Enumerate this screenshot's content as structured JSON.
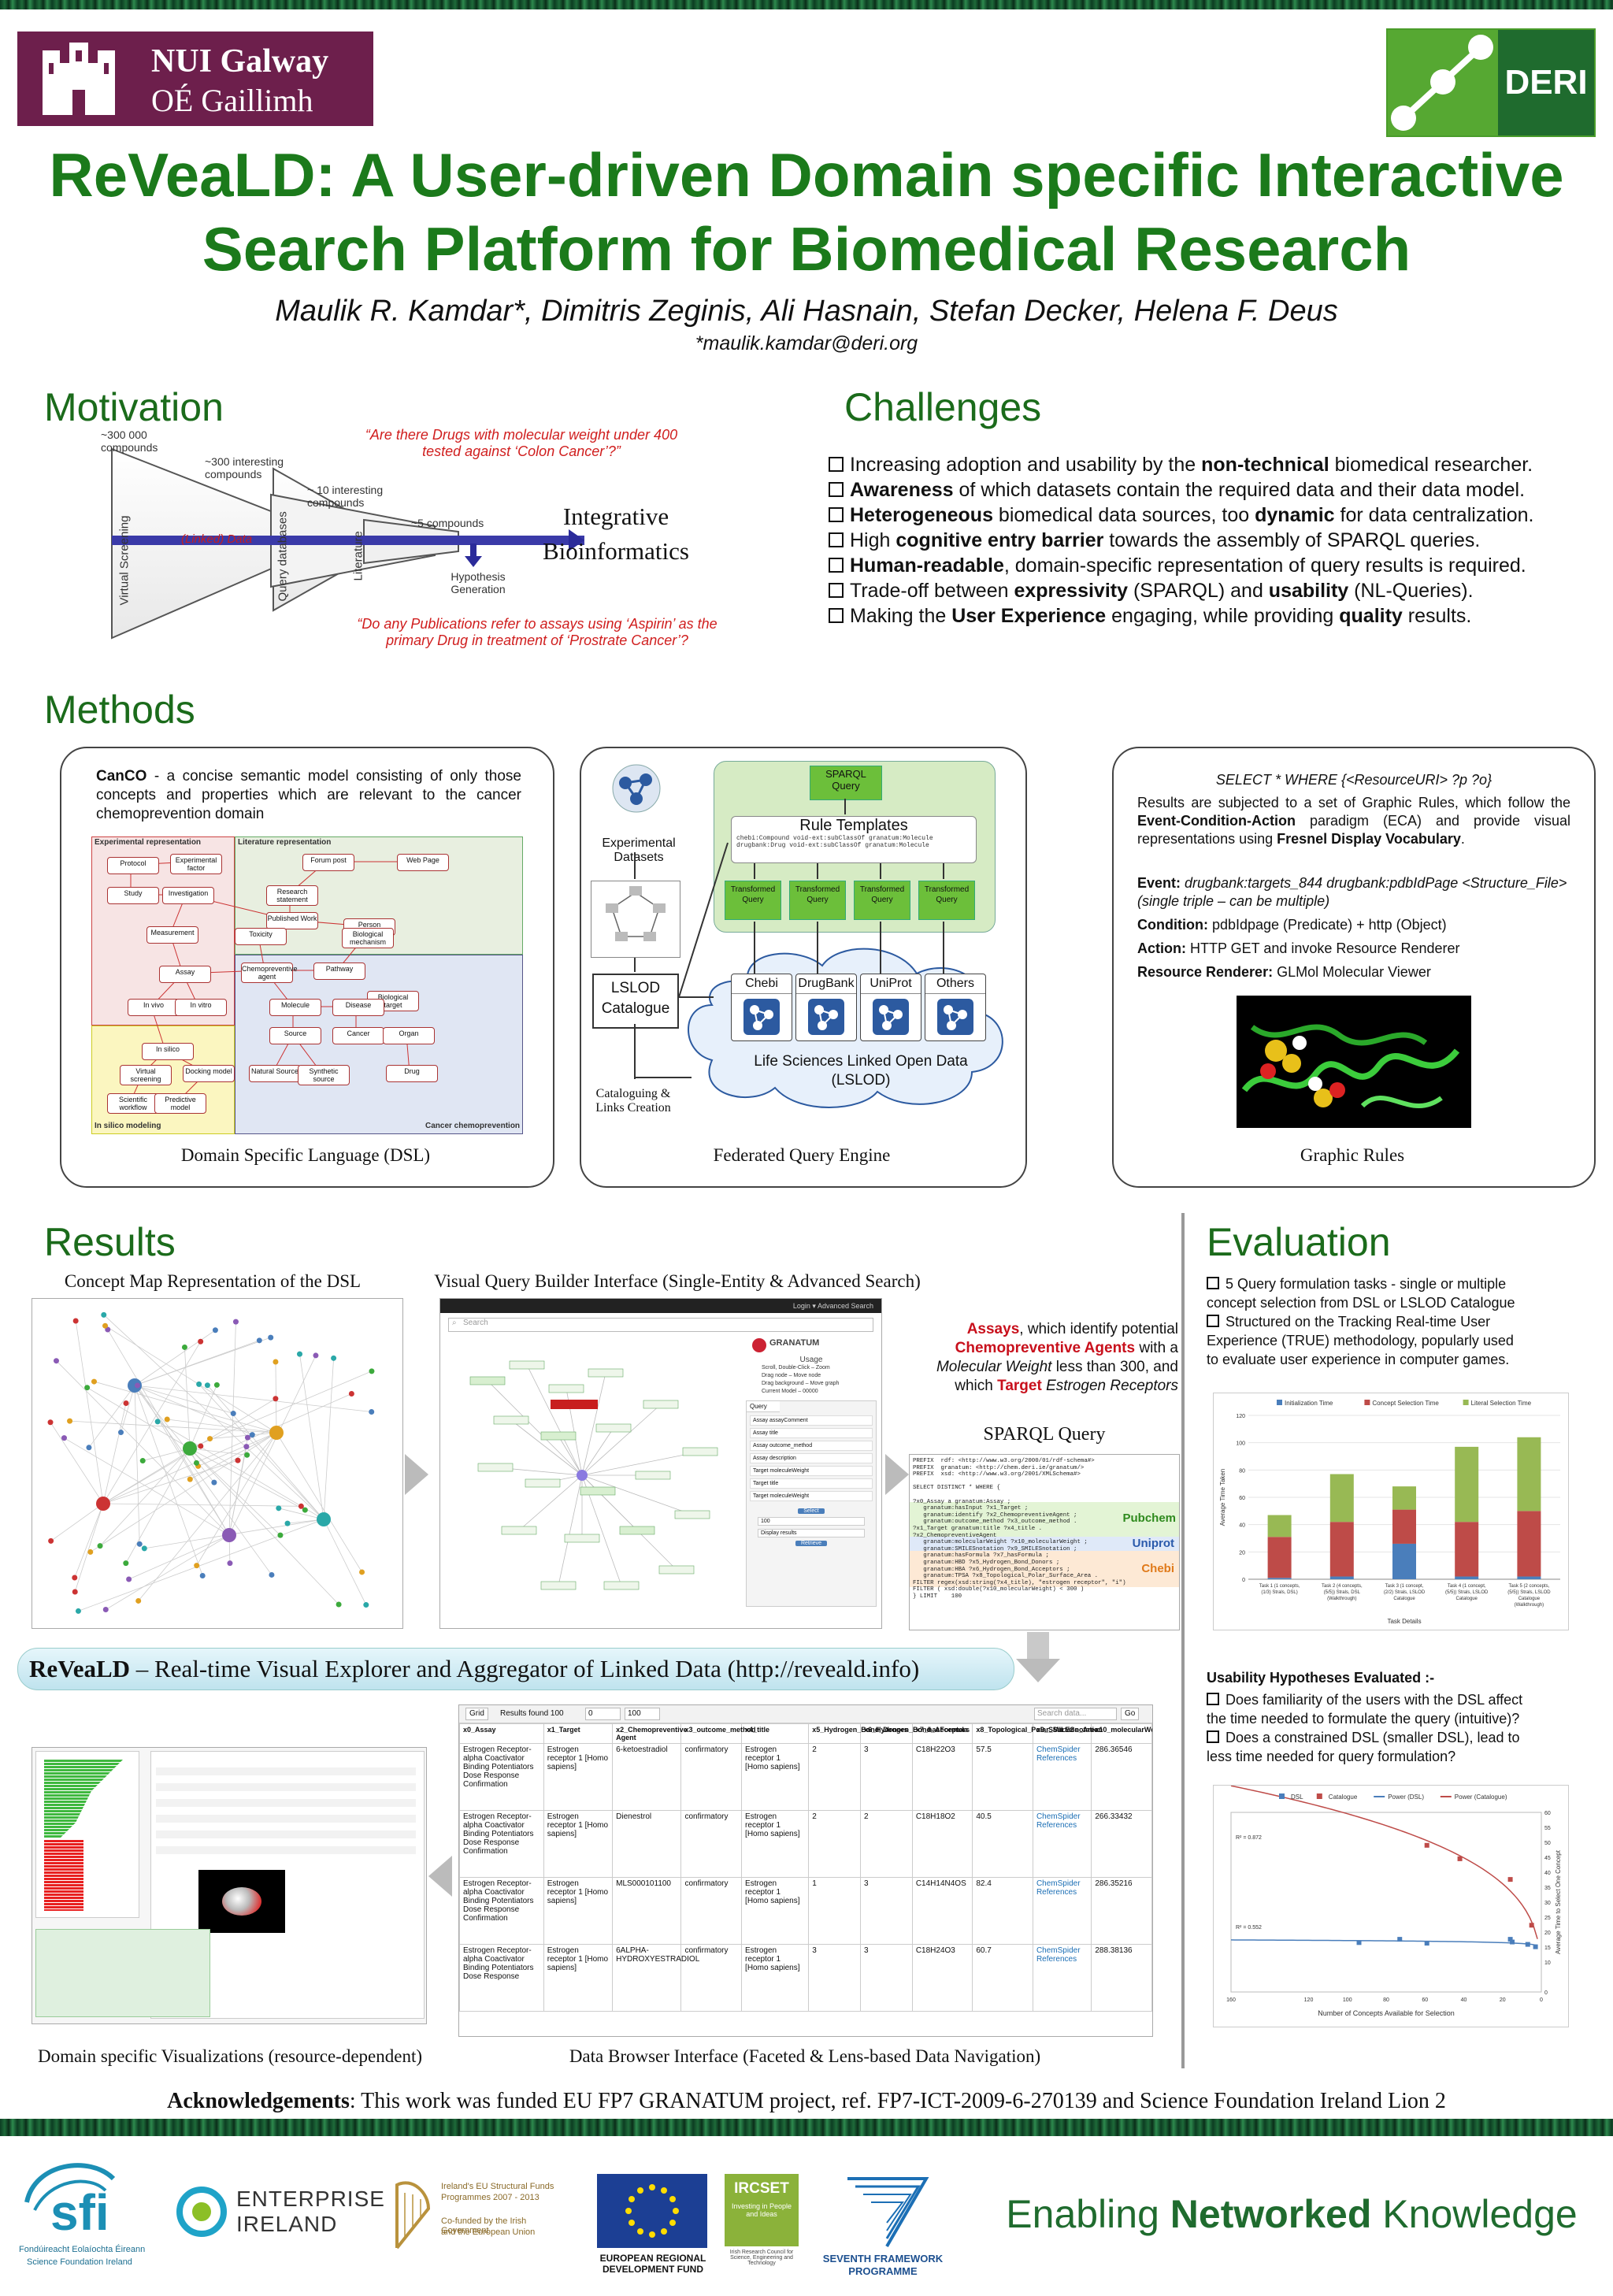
{
  "header": {
    "nui_line1": "NUI Galway",
    "nui_line2": "OÉ Gaillimh",
    "deri_logo": "DERI",
    "title_line1": "ReVeaLD: A User-driven Domain specific Interactive",
    "title_line2": "Search Platform for Biomedical Research",
    "authors": "Maulik R. Kamdar*, Dimitris Zeginis, Ali Hasnain, Stefan Decker, Helena F. Deus",
    "email": "*maulik.kamdar@deri.org"
  },
  "motivation": {
    "heading": "Motivation",
    "stage1": "~300 000 compounds",
    "stage2": "~300 interesting compounds",
    "stage3": "~ 10 interesting compounds",
    "stage4": "~5 compounds",
    "stage5": "Hypothesis Generation",
    "label_vs": "Virtual Screening",
    "label_qd": "Query databases",
    "label_lit": "Literature",
    "linked_data": "(Linked) Data",
    "question1": "“Are there Drugs with molecular weight under 400 tested against ‘Colon Cancer’?”",
    "question2": "“Do any Publications refer to assays using ‘Aspirin’ as the primary Drug in treatment of ‘Prostrate Cancer’?",
    "integrative": "Integrative Bioinformatics"
  },
  "challenges": {
    "heading": "Challenges",
    "items": [
      [
        "Increasing adoption and usability by the ",
        "non-technical",
        " biomedical researcher."
      ],
      [
        "",
        "Awareness",
        " of which datasets contain the required data and their data model."
      ],
      [
        "",
        "Heterogeneous",
        " biomedical data sources, too ",
        "dynamic",
        " for data centralization."
      ],
      [
        "High ",
        "cognitive entry barrier",
        " towards the assembly of SPARQL queries."
      ],
      [
        "",
        "Human-readable",
        ", domain-specific representation of query results is required."
      ],
      [
        "Trade-off between ",
        "expressivity",
        " (SPARQL) and ",
        "usability",
        " (NL-Queries)."
      ],
      [
        "Making the ",
        "User Experience",
        " engaging, while providing ",
        "quality",
        " results."
      ]
    ]
  },
  "methods": {
    "heading": "Methods",
    "canco_bold": "CanCO",
    "canco_text": " - a concise semantic model consisting of only those concepts and properties which are relevant to the cancer chemoprevention domain",
    "dsl_caption": "Domain Specific Language (DSL)",
    "dsl_sections": [
      "Experimental representation",
      "Literature representation",
      "In silico modeling",
      "Cancer chemoprevention"
    ],
    "dsl_nodes": [
      "Protocol",
      "Experimental factor",
      "Study",
      "Investigation",
      "Measurement",
      "Assay",
      "In vivo",
      "In vitro",
      "In silico",
      "Virtual screening",
      "Docking model",
      "Scientific workflow",
      "Predictive model",
      "Forum post",
      "Web Page",
      "Research statement",
      "Published Work",
      "Person",
      "Toxicity",
      "Biological mechanism",
      "Pathway",
      "Chemopreventive agent",
      "Biological target",
      "Molecule",
      "Disease",
      "Source",
      "Cancer",
      "Organ",
      "Natural Source",
      "Synthetic source",
      "Drug"
    ],
    "fqe_caption": "Federated Query Engine",
    "sparql_query": "SPARQL Query",
    "rule_templates": "Rule Templates",
    "rule_code1": "chebi:Compound void-ext:subClassOf granatum:Molecule",
    "rule_code2": "drugbank:Drug void-ext:subClassOf granatum:Molecule",
    "transformed": "Transformed Query",
    "experimental_datasets": "Experimental Datasets",
    "lslod_catalogue": "LSLOD Catalogue",
    "cataloguing": "Cataloguing & Links Creation",
    "sources": [
      "Chebi",
      "DrugBank",
      "UniProt",
      "Others"
    ],
    "lslod_cloud": "Life Sciences Linked Open Data (LSLOD)",
    "gr_query": "SELECT * WHERE {<ResourceURI> ?p ?o}",
    "gr_text1": "Results are subjected to a set of Graphic Rules, which follow the ",
    "gr_bold1": "Event-Condition-Action",
    "gr_text2": " paradigm (ECA) and provide visual representations using ",
    "gr_bold2": "Fresnel Display Vocabulary",
    "gr_text3": ".",
    "event_label": "Event:",
    "event_val": " drugbank:targets_844 drugbank:pdbIdPage <Structure_File> (single triple – can be multiple)",
    "condition_label": "Condition:",
    "condition_val": " pdbIdpage (Predicate) + http (Object)",
    "action_label": "Action:",
    "action_val": " HTTP GET and invoke Resource Renderer",
    "renderer_label": "Resource Renderer:",
    "renderer_val": " GLMol Molecular Viewer",
    "gr_caption": "Graphic Rules"
  },
  "results": {
    "heading": "Results",
    "concept_map_caption": "Concept Map Representation of the DSL",
    "vqb_caption": "Visual Query Builder Interface (Single-Entity & Advanced Search)",
    "vqb_search": "Search",
    "vqb_header_links": "Login  ▾  Advanced Search",
    "vqb_usage_title": "Usage",
    "vqb_usage_lines": [
      "Scroll, Double-Click – Zoom",
      "Drag node – Move node",
      "Drag background – Move graph",
      "Current Model – 00000"
    ],
    "granatum_logo": "GRANATUM",
    "vqb_panel_title": "Query",
    "vqb_rows": [
      "Assay assayComment",
      "Assay title",
      "Assay outcome_method",
      "Assay description",
      "Target moleculeWeight",
      "Target title",
      "Target moleculeWeight"
    ],
    "vqb_select_btn": "Select",
    "vqb_retrieve_btn": "Retrieve",
    "vqb_limit": "100",
    "vqb_display": "Display results",
    "assay_text": [
      {
        "t": "Assays",
        "c": "#c8101c",
        "b": true
      },
      {
        "t": ", which identify potential ",
        "c": "#111",
        "b": false
      },
      {
        "t": "Chemopreventive Agents",
        "c": "#c8101c",
        "b": true
      },
      {
        "t": " with a ",
        "c": "#111",
        "b": false
      },
      {
        "t": "Molecular Weight",
        "c": "#111",
        "b": false,
        "i": true
      },
      {
        "t": " less than 300, and which ",
        "c": "#111",
        "b": false
      },
      {
        "t": "Target",
        "c": "#c8101c",
        "b": true
      },
      {
        "t": " Estrogen Receptors",
        "c": "#111",
        "b": false,
        "i": true
      }
    ],
    "sparql_title": "SPARQL Query",
    "sparql_lines": [
      "PREFIX  rdf: <http://www.w3.org/2000/01/rdf-schema#>",
      "PREFIX  granatum: <http://chem.deri.ie/granatum/>",
      "PREFIX  xsd: <http://www.w3.org/2001/XMLSchema#>",
      "",
      "SELECT DISTINCT * WHERE {",
      "",
      "?x0_Assay a granatum:Assay ;",
      "   granatum:hasInput ?x1_Target ;",
      "   granatum:identify ?x2_ChemopreventiveAgent ;",
      "   granatum:outcome_method ?x3_outcome_method .",
      "?x1_Target granatum:title ?x4_title .",
      "?x2_ChemopreventiveAgent",
      "   granatum:molecularWeight ?x10_molecularWeight ;",
      "   granatum:SMILESnotation ?x9_SMILESnotation ;",
      "   granatum:hasFormula ?x7_hasFormula ;",
      "   granatum:HBD ?x5_Hydrogen_Bond_Donors ;",
      "   granatum:HBA ?x6_Hydrogen_Bond_Acceptors ;",
      "   granatum:TPSA ?x8_Topological_Polar_Surface_Area .",
      "FILTER regex(xsd:string(?x4_title), \"estrogen receptor\", \"i\")",
      "FILTER ( xsd:double(?x10_molecularWeight) < 300 )",
      "} LIMIT    100"
    ],
    "sparql_pubchem": "Pubchem",
    "sparql_uniprot": "Uniprot",
    "sparql_chebi": "Chebi",
    "reveald_banner_bold": "ReVeaLD",
    "reveald_banner_rest": " – Real-time Visual Explorer and Aggregator of Linked Data (http://reveald.info)",
    "dsv_caption": "Domain specific Visualizations (resource-dependent)",
    "db_caption": "Data Browser Interface (Faceted & Lens-based Data Navigation)",
    "db_toolbar": {
      "grid": "Grid",
      "results": "Results found 100",
      "range_from": "0",
      "range_to": "100",
      "search": "Search data...",
      "go": "Go"
    },
    "db_columns": [
      "x0_Assay",
      "x1_Target",
      "x2_Chemopreventive Agent",
      "x3_outcome_method",
      "x4_title",
      "x5_Hydrogen_Bond_Donors",
      "x6_Hydrogen_Bond_Acceptors",
      "x7_hasFormula",
      "x8_Topological_Polar_Surface_Area",
      "x9_SMILESnotation",
      "x10_molecularWeight"
    ],
    "db_rows": [
      [
        "Estrogen Receptor- alpha Coactivator Binding Potentiators Dose Response Confirmation",
        "Estrogen receptor 1 [Homo sapiens]",
        "6-ketoestradiol",
        "confirmatory",
        "Estrogen receptor 1 [Homo sapiens]",
        "2",
        "3",
        "C18H22O3",
        "57.5",
        "ChemSpider References",
        "286.36546"
      ],
      [
        "Estrogen Receptor- alpha Coactivator Binding Potentiators Dose Response Confirmation",
        "Estrogen receptor 1 [Homo sapiens]",
        "Dienestrol",
        "confirmatory",
        "Estrogen receptor 1 [Homo sapiens]",
        "2",
        "2",
        "C18H18O2",
        "40.5",
        "ChemSpider References",
        "266.33432"
      ],
      [
        "Estrogen Receptor- alpha Coactivator Binding Potentiators Dose Response Confirmation",
        "Estrogen receptor 1 [Homo sapiens]",
        "MLS000101100",
        "confirmatory",
        "Estrogen receptor 1 [Homo sapiens]",
        "1",
        "3",
        "C14H14N4OS",
        "82.4",
        "ChemSpider References",
        "286.35216"
      ],
      [
        "Estrogen Receptor- alpha Coactivator Binding Potentiators Dose Response",
        "Estrogen receptor 1 [Homo sapiens]",
        "6ALPHA-HYDROXYESTRADIOL",
        "confirmatory",
        "Estrogen receptor 1 [Homo sapiens]",
        "3",
        "3",
        "C18H24O3",
        "60.7",
        "ChemSpider References",
        "288.38136"
      ]
    ]
  },
  "evaluation": {
    "heading": "Evaluation",
    "para1_lines": [
      "5 Query formulation tasks - single or multiple",
      "concept selection from DSL or LSLOD Catalogue",
      "Structured on the Tracking Real-time User",
      "Experience (TRUE) methodology, popularly used",
      "to evaluate user experience in computer games."
    ],
    "usability_title": "Usability Hypotheses Evaluated :-",
    "usability_lines": [
      "Does familiarity of the users with the DSL affect",
      "the time needed to formulate the query (intuitive)?",
      "Does a constrained DSL (smaller DSL), lead to",
      "less time needed for query formulation?"
    ]
  },
  "chart_data": [
    {
      "type": "bar",
      "stacked": true,
      "categories": [
        "Task 1 (1 concepts, (1/3) Strals, DSL)",
        "Task 2 (4 concepts, (5/5)) Strals, DSL (Walkthrough)",
        "Task 3 (1 concept, (2/2) Strals, LSLOD Catalogue",
        "Task 4 (1 concept, (5/5)) Strals, LSLOD Catalogue",
        "Task 5 (2 concepts, (5/5)) Strals, LSLOD Catalogue (Walkthrough)"
      ],
      "series": [
        {
          "name": "Initialization Time",
          "color": "#4a7ebb",
          "values": [
            1,
            2,
            26,
            2,
            2
          ]
        },
        {
          "name": "Concept Selection Time",
          "color": "#be4b48",
          "values": [
            30,
            40,
            25,
            40,
            48
          ]
        },
        {
          "name": "Literal Selection Time",
          "color": "#98b954",
          "values": [
            16,
            35,
            17,
            55,
            54
          ]
        }
      ],
      "ylabel": "Average Time Taken",
      "xlabel": "Task Details",
      "ylim": [
        0,
        120
      ],
      "yticks": [
        0,
        20,
        40,
        60,
        80,
        100,
        120
      ],
      "legend": "top"
    },
    {
      "type": "scatter",
      "series": [
        {
          "name": "DSL",
          "color": "#4a7ebb",
          "x": [
            94,
            73,
            59,
            16,
            15,
            7,
            3
          ],
          "y": [
            16.5,
            17.6,
            16.3,
            17.6,
            16.7,
            15.9,
            15.1
          ]
        },
        {
          "name": "Catalogue",
          "color": "#be4b48",
          "x": [
            59,
            42,
            16,
            5
          ],
          "y": [
            49,
            44.5,
            37.6,
            22.3
          ]
        },
        {
          "name": "Power (DSL)",
          "color": "#4a7ebb",
          "line": true
        },
        {
          "name": "Power (Catalogue)",
          "color": "#be4b48",
          "line": true
        }
      ],
      "annotations": [
        "R² = 0.872",
        "R² = 0.552"
      ],
      "xlabel": "Number of Concepts Available for Selection",
      "ylabel": "Average Time to Select One Concept",
      "xlim": [
        160,
        0
      ],
      "xticks": [
        160,
        120,
        100,
        80,
        60,
        40,
        20,
        0
      ],
      "ylim": [
        0,
        60
      ],
      "yticks": [
        0,
        10,
        15,
        20,
        25,
        30,
        35,
        40,
        45,
        50,
        55,
        60
      ],
      "legend": "top"
    }
  ],
  "footer": {
    "ack_bold": "Acknowledgements",
    "ack_text": ": This work was funded EU FP7 GRANATUM project, ref. FP7-ICT-2009-6-270139 and Science Foundation Ireland Lion 2",
    "sfi": "sfi",
    "sfi_sub1": "Fondúireacht Eolaíochta Éireann",
    "sfi_sub2": "Science Foundation Ireland",
    "ei1": "ENTERPRISE",
    "ei2": "IRELAND",
    "irl1": "Ireland's EU Structural Funds",
    "irl2": "Programmes 2007 - 2013",
    "irl3": "Co-funded by the Irish Government",
    "irl4": "and the European Union",
    "erdf1": "EUROPEAN REGIONAL",
    "erdf2": "DEVELOPMENT FUND",
    "ircset": "IRCSET",
    "ircset_sub": "Investing in People and Ideas",
    "ircset_sub2": "Irish Research Council for Science, Engineering and Technology",
    "fp7_1": "SEVENTH FRAMEWORK",
    "fp7_2": "PROGRAMME",
    "tagline_a": "Enabling ",
    "tagline_b": "Networked",
    "tagline_c": " Knowledge"
  }
}
